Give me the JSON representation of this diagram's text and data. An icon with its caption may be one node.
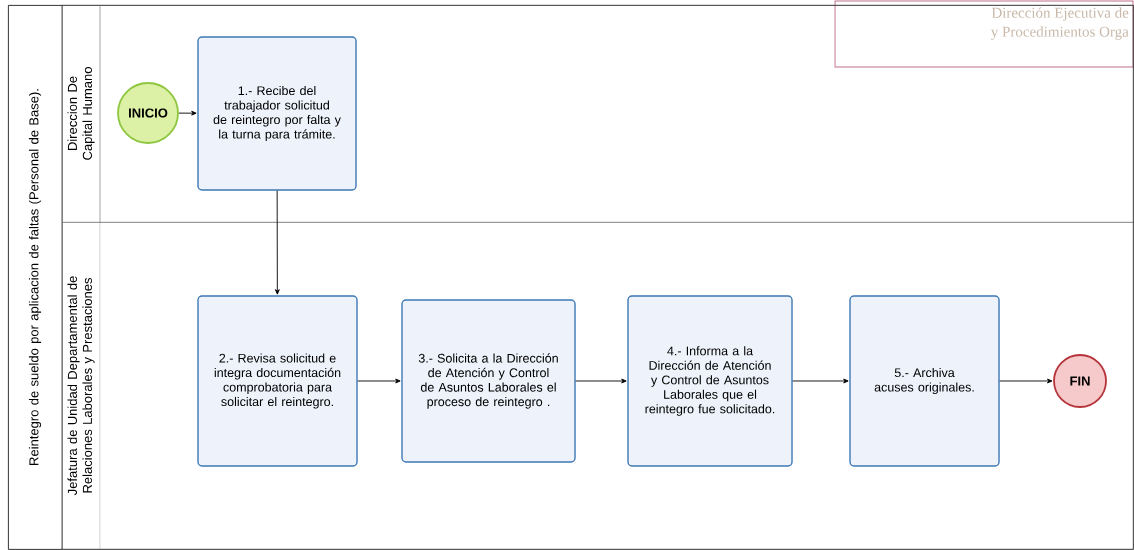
{
  "diagram": {
    "nodes": [
      {
        "text": [
          "Reintegro de sueldo por aplicacion de faltas (Personal de Base)."
        ]
      },
      {
        "text": [
          "Direccion De Capital Humano"
        ],
        "in": 0
      },
      {
        "text": [
          "Jefatura de Unidad Departamental de Relaciones Laborales y Prestaciones"
        ],
        "in": 0
      },
      {
        "text": [
          "INICIO"
        ],
        "in": 1
      },
      {
        "text": [
          "1.- Recibe del trabajador solicitud de reintegro por falta y la turna para trámite."
        ],
        "in": 1
      },
      {
        "text": [
          "2.- Revisa solicitud e integra documentación comprobatoria para solicitar el reintegro."
        ],
        "in": 2
      },
      {
        "text": [
          "3.- Solicita a la Dirección de Atención y Control de Asuntos Laborales el proceso de reintegro ."
        ],
        "in": 2
      },
      {
        "text": [
          "4.- Informa a la Dirección de Atención y Control de Asuntos Laborales que el reintegro fue solicitado."
        ],
        "in": 2
      },
      {
        "text": [
          "5.- Archiva acuses originales."
        ],
        "in": 2
      },
      {
        "text": [
          "FIN"
        ],
        "in": 2
      }
    ],
    "edges": [
      {
        "from": 3,
        "to": 4,
        "arrow": "to"
      },
      {
        "from": 4,
        "to": 5,
        "arrow": "to"
      },
      {
        "from": 5,
        "to": 6,
        "arrow": "to"
      },
      {
        "from": 6,
        "to": 7,
        "arrow": "to"
      },
      {
        "from": 7,
        "to": 8,
        "arrow": "to"
      },
      {
        "from": 8,
        "to": 9,
        "arrow": "to"
      }
    ],
    "labels": [
      "Dirección Ejecutiva de",
      "y Procedimientos Orga"
    ]
  }
}
